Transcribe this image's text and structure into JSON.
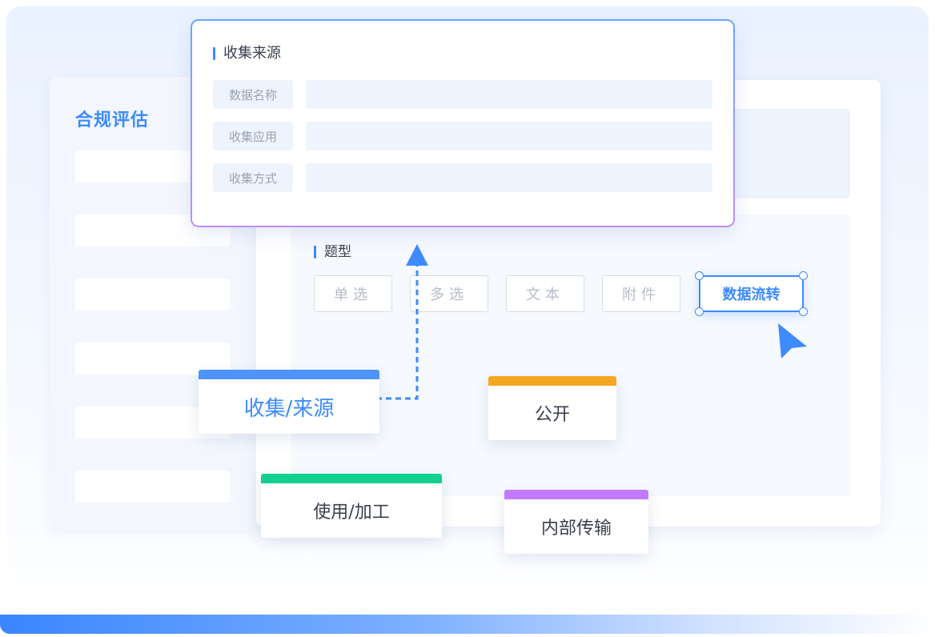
{
  "sidebar": {
    "title": "合规评估"
  },
  "popup": {
    "title": "收集来源",
    "rows": [
      {
        "label": "数据名称"
      },
      {
        "label": "收集应用"
      },
      {
        "label": "收集方式"
      }
    ]
  },
  "question_types": {
    "title": "题型",
    "options": [
      "单选",
      "多选",
      "文本",
      "附件"
    ],
    "selected": "数据流转"
  },
  "tags": [
    {
      "label": "收集/来源",
      "color": "#4f93ff",
      "text_color": "#3d8bff"
    },
    {
      "label": "公开",
      "color": "#f5a623",
      "text_color": "#3a3f4c"
    },
    {
      "label": "使用/加工",
      "color": "#12d18e",
      "text_color": "#3a3f4c"
    },
    {
      "label": "内部传输",
      "color": "#c27bff",
      "text_color": "#3a3f4c"
    }
  ],
  "colors": {
    "accent": "#3d8bff"
  },
  "icons": [
    "cursor-arrow-icon",
    "up-arrow-icon"
  ]
}
